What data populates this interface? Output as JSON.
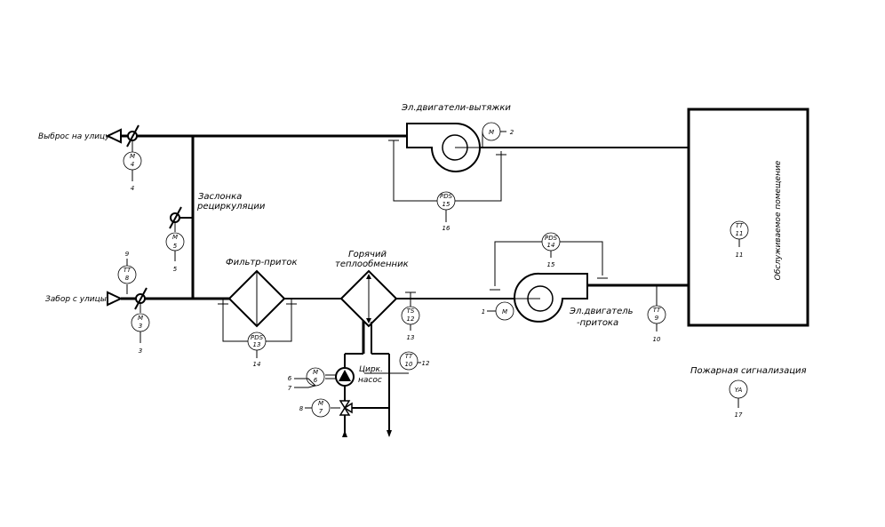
{
  "labels": {
    "exhaust_to_street": "Выброс на улицу",
    "intake_from_street": "Забор с улицы",
    "recirc_damper_1": "Заслонка",
    "recirc_damper_2": "рециркуляции",
    "filter_supply": "Фильтр-приток",
    "hot_exchanger_1": "Горячий",
    "hot_exchanger_2": "теплообменник",
    "exhaust_motors": "Эл.двигатели-вытяжки",
    "supply_motor_1": "Эл.двигатель",
    "supply_motor_2": "-притока",
    "circ_pump_1": "Цирк.",
    "circ_pump_2": "насос",
    "served_room": "Обслуживаемое помещение",
    "fire_alarm": "Пожарная сигнализация"
  },
  "instruments": {
    "m4": {
      "code": "M",
      "num": "4",
      "ref": "4"
    },
    "m5": {
      "code": "M",
      "num": "5",
      "ref": "5"
    },
    "tt8": {
      "code": "TT",
      "num": "8",
      "ref_top": "9"
    },
    "m3": {
      "code": "M",
      "num": "3",
      "ref": "3"
    },
    "pds13": {
      "code": "PDS",
      "num": "13",
      "ref": "14"
    },
    "ts12": {
      "code": "TS",
      "num": "12",
      "ref": "13"
    },
    "m6": {
      "code": "M",
      "num": "6",
      "ref_a": "6",
      "ref_b": "7"
    },
    "tt10": {
      "code": "TT",
      "num": "10",
      "ref": "12"
    },
    "m7": {
      "code": "M",
      "num": "7",
      "ref": "8"
    },
    "pds15": {
      "code": "PDS",
      "num": "15",
      "ref": "16"
    },
    "m_exhaust": {
      "code": "M",
      "ref": "2"
    },
    "pds14": {
      "code": "PDS",
      "num": "14",
      "ref": "15"
    },
    "m_supply": {
      "code": "M",
      "ref": "1"
    },
    "tt9": {
      "code": "TT",
      "num": "9",
      "ref": "10"
    },
    "tt11": {
      "code": "TT",
      "num": "11",
      "ref": "11"
    },
    "ya": {
      "code": "YA",
      "ref": "17"
    }
  }
}
